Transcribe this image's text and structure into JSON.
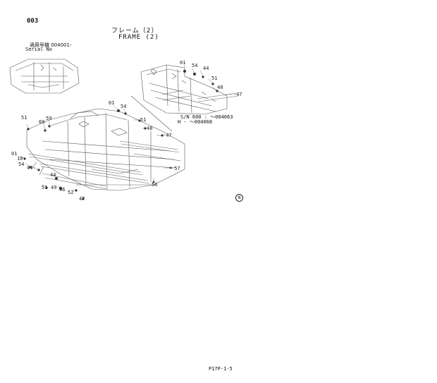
{
  "header": {
    "page_code": "003",
    "title_jp": "フレーム（2）",
    "title_en": "FRAME (2)",
    "serial_label_jp": "適用号機  004001-",
    "serial_label_en": "Serial No"
  },
  "serial_note": {
    "line1": "S/N  600 :  ～004063",
    "line2": "H  -  ～004068"
  },
  "callouts": {
    "c01a": "01",
    "c54a": "54",
    "c44a": "44",
    "c51a": "51",
    "c48a": "48",
    "c47a": "-47",
    "c01b": "01",
    "c54b": "54",
    "c51b": "51",
    "c48b": "48",
    "c47b": "-47",
    "c57": "-57",
    "c56": "56",
    "c51c": "51",
    "c60": "60",
    "c59": "59",
    "c01c": "01",
    "c10": "10",
    "c54c": "54",
    "c44b": "44-",
    "c44c": "44",
    "c49": "49",
    "c51d": "51",
    "c46": "46",
    "c52": "52",
    "c47c": "47"
  },
  "circle_mark": "N",
  "footer": "P17P-1-5"
}
